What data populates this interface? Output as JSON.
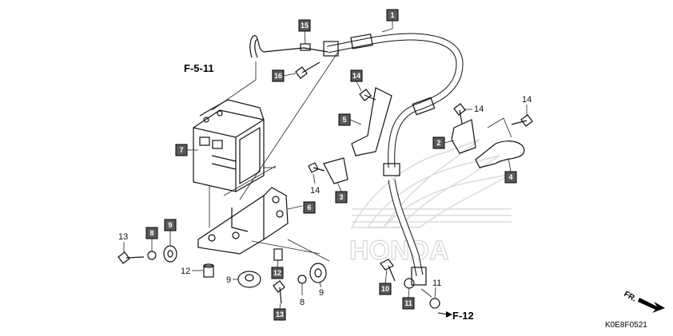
{
  "refs": {
    "f511": "F-5-11",
    "f12": "F-12",
    "fr": "FR."
  },
  "code": "K0E8F0521",
  "watermark": "HONDA",
  "boxed_labels": [
    "1",
    "2",
    "3",
    "4",
    "5",
    "6",
    "7",
    "8",
    "9",
    "10",
    "11",
    "12",
    "13",
    "15",
    "16",
    "14"
  ],
  "plain_labels": [
    "14",
    "14",
    "14",
    "13",
    "12",
    "9",
    "8",
    "9",
    "11"
  ]
}
